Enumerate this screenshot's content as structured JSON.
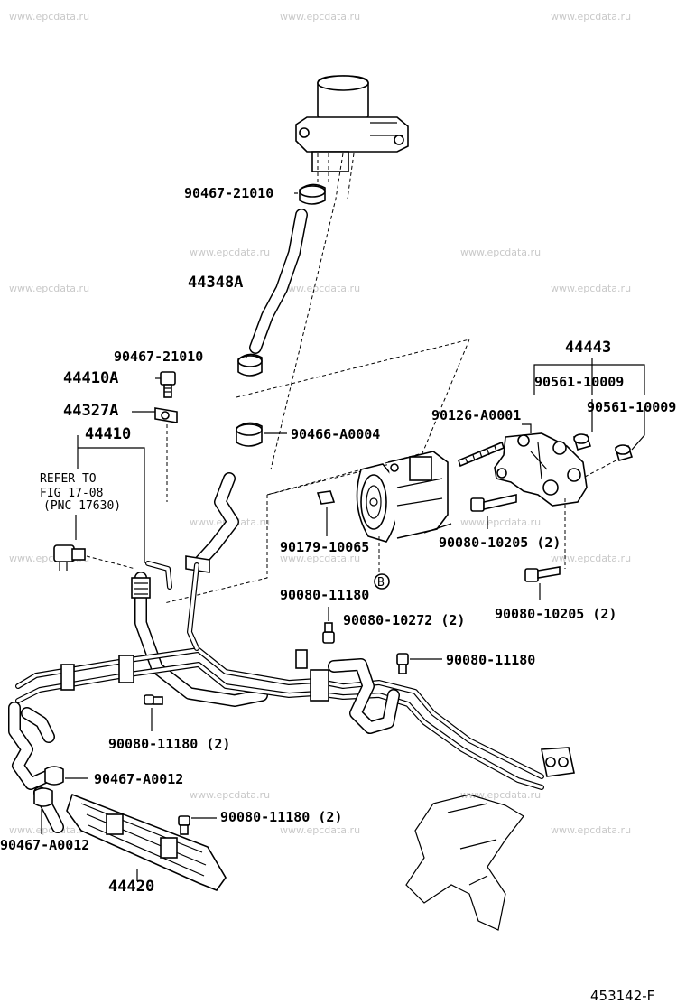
{
  "watermark": "www.epcdata.ru",
  "drawing_code": "453142-F",
  "refer_note": {
    "line1": "REFER TO",
    "line2": "FIG 17-08",
    "line3": "(PNC 17630)"
  },
  "circle_marker": "B",
  "labels": {
    "p_90467_21010_a": "90467-21010",
    "p_44348a": "44348A",
    "p_90467_21010_b": "90467-21010",
    "p_44410a": "44410A",
    "p_44327a": "44327A",
    "p_44410": "44410",
    "p_90466_a0004": "90466-A0004",
    "p_44443": "44443",
    "p_90561_10009_a": "90561-10009",
    "p_90561_10009_b": "90561-10009",
    "p_90126_a0001": "90126-A0001",
    "p_90179_10065": "90179-10065",
    "p_90080_10205_a": "90080-10205 (2)",
    "p_90080_11180_a": "90080-11180",
    "p_90080_10272": "90080-10272 (2)",
    "p_90080_10205_b": "90080-10205 (2)",
    "p_90080_11180_b": "90080-11180",
    "p_90080_11180_c": "90080-11180 (2)",
    "p_90467_a0012_a": "90467-A0012",
    "p_90080_11180_d": "90080-11180 (2)",
    "p_90467_a0012_b": "90467-A0012",
    "p_44420": "44420"
  }
}
